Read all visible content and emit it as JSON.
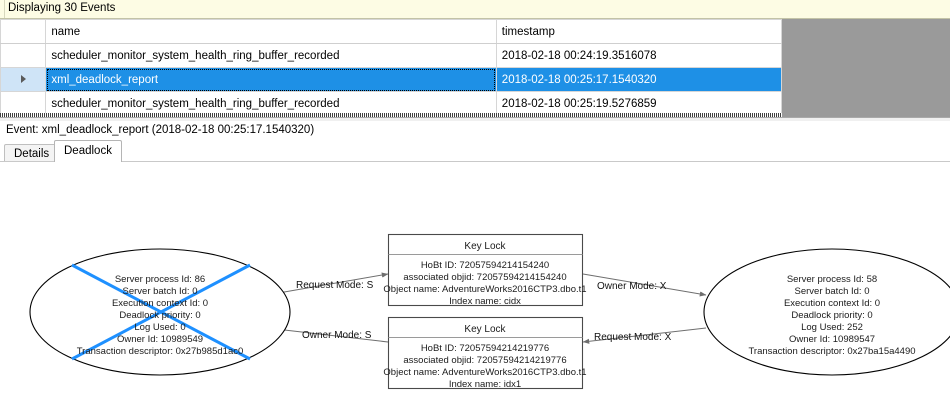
{
  "events_band": {
    "status_text": "Displaying 30 Events"
  },
  "grid": {
    "columns": [
      "",
      "name",
      "timestamp"
    ],
    "rows": [
      {
        "selector": "",
        "name": "scheduler_monitor_system_health_ring_buffer_recorded",
        "timestamp": "2018-02-18 00:24:19.3516078",
        "selected": false
      },
      {
        "selector": "row-selector-arrow",
        "name": "xml_deadlock_report",
        "timestamp": "2018-02-18 00:25:17.1540320",
        "selected": true
      },
      {
        "selector": "",
        "name": "scheduler_monitor_system_health_ring_buffer_recorded",
        "timestamp": "2018-02-18 00:25:19.5276859",
        "selected": false
      }
    ]
  },
  "event_caption": {
    "text": "Event: xml_deadlock_report (2018-02-18 00:25:17.1540320)"
  },
  "tabs": [
    {
      "label": "Details",
      "active": false
    },
    {
      "label": "Deadlock",
      "active": true
    }
  ],
  "colors": {
    "selection_blue": "#1e90e6",
    "victim_blue": "#1e90ff",
    "band_yellow": "#fdfce4",
    "grid_backdrop": "#9a9a9a"
  },
  "diagram": {
    "type": "deadlock-graph",
    "process_nodes": [
      {
        "id": "process-left",
        "is_victim": true,
        "lines": [
          "Server process Id: 86",
          "Server batch Id: 0",
          "Execution context Id: 0",
          "Deadlock priority: 0",
          "Log Used: 0",
          "Owner Id: 10989549",
          "Transaction descriptor: 0x27b985d1ac0"
        ]
      },
      {
        "id": "process-right",
        "is_victim": false,
        "lines": [
          "Server process Id: 58",
          "Server batch Id: 0",
          "Execution context Id: 0",
          "Deadlock priority: 0",
          "Log Used: 252",
          "Owner Id: 10989547",
          "Transaction descriptor: 0x27ba15a4490"
        ]
      }
    ],
    "resource_nodes": [
      {
        "id": "keylock-top",
        "title": "Key Lock",
        "lines": [
          "HoBt ID: 72057594214154240",
          "associated objid: 72057594214154240",
          "Object name: AdventureWorks2016CTP3.dbo.t1",
          "Index name: cidx"
        ]
      },
      {
        "id": "keylock-bottom",
        "title": "Key Lock",
        "lines": [
          "HoBt ID: 72057594214219776",
          "associated objid: 72057594214219776",
          "Object name: AdventureWorks2016CTP3.dbo.t1",
          "Index name: idx1"
        ]
      }
    ],
    "edges": [
      {
        "id": "edge-left-request",
        "label": "Request Mode: S"
      },
      {
        "id": "edge-left-owner",
        "label": "Owner Mode: S"
      },
      {
        "id": "edge-right-owner",
        "label": "Owner Mode: X"
      },
      {
        "id": "edge-right-request",
        "label": "Request Mode: X"
      }
    ]
  }
}
